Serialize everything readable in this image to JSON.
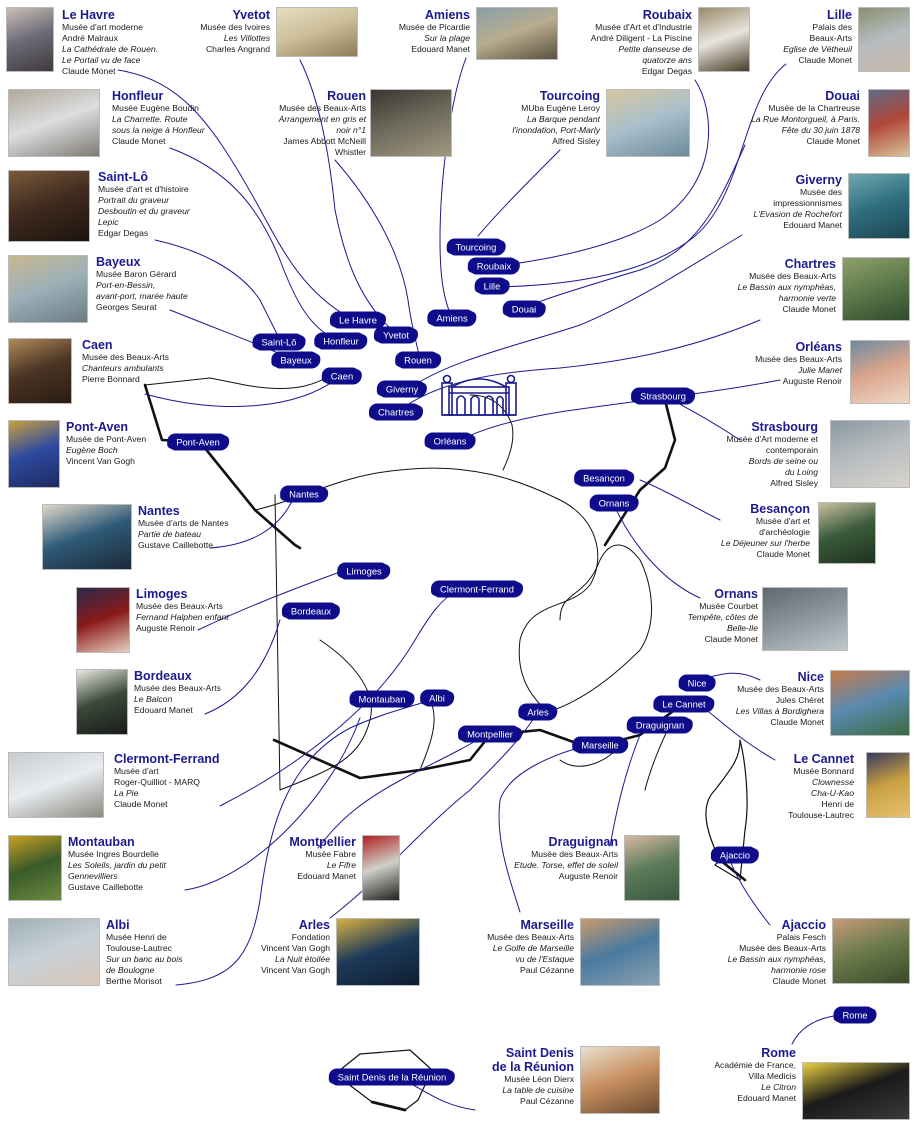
{
  "colors": {
    "accent": "#1c1a8e",
    "tag_bg": "#0f0c8c",
    "line": "#1c1a8e",
    "map": "#111111"
  },
  "entries": [
    {
      "id": "lehavre",
      "city": "Le Havre",
      "museum": "Musée d'art moderne\nAndré Malraux",
      "work": "La Cathédrale de Rouen.\nLe Portail vu de face",
      "artist": "Claude Monet",
      "thumb": [
        "#6d6a78",
        "#c9c0b4",
        "#3f3a3c"
      ]
    },
    {
      "id": "yvetot",
      "city": "Yvetot",
      "museum": "Musée des Ivoires",
      "work": "Les Villottes",
      "artist": "Charles Angrand",
      "thumb": [
        "#cdbf9a",
        "#e6dcc0",
        "#8c7c5a"
      ]
    },
    {
      "id": "amiens",
      "city": "Amiens",
      "museum": "Musée de Picardie",
      "work": "Sur la plage",
      "artist": "Edouard Manet",
      "thumb": [
        "#b8ac8e",
        "#8aa0a8",
        "#5b5140"
      ]
    },
    {
      "id": "roubaix",
      "city": "Roubaix",
      "museum": "Musée d'Art et d'Industrie\nAndré Diligent - La Piscine",
      "work": "Petite danseuse de\nquatorze ans",
      "artist": "Edgar Degas",
      "thumb": [
        "#e8e4de",
        "#9a8a6a",
        "#4a3b26"
      ]
    },
    {
      "id": "lille",
      "city": "Lille",
      "museum": "Palais des\nBeaux-Arts",
      "work": "Eglise de Vétheuil",
      "artist": "Claude Monet",
      "thumb": [
        "#b6bcc0",
        "#8a8f70",
        "#c9b8a8"
      ]
    },
    {
      "id": "honfleur",
      "city": "Honfleur",
      "museum": "Musée Eugène Boudin",
      "work": "La Charrette. Route\nsous la neige à Honfleur",
      "artist": "Claude Monet",
      "thumb": [
        "#dcdde0",
        "#b0a89a",
        "#7e7a72"
      ]
    },
    {
      "id": "rouen",
      "city": "Rouen",
      "museum": "Musée des Beaux-Arts",
      "work": "Arrangement en gris et\nnoir n°1",
      "artist": "James Abbott McNeill\nWhistler",
      "thumb": [
        "#6e6a5c",
        "#3a3630",
        "#a09880"
      ]
    },
    {
      "id": "tourcoing",
      "city": "Tourcoing",
      "museum": "MUba Eugène Leroy",
      "work": "La Barque pendant\nl'inondation, Port-Marly",
      "artist": "Alfred Sisley",
      "thumb": [
        "#a9c0cc",
        "#d7c6a0",
        "#6d8a9a"
      ]
    },
    {
      "id": "douai",
      "city": "Douai",
      "museum": "Musée de la Chartreuse",
      "work": "La Rue Montorgueil, à Paris.\nFête du 30 juin 1878",
      "artist": "Claude Monet",
      "thumb": [
        "#b0463a",
        "#5f6a86",
        "#d9c29a"
      ]
    },
    {
      "id": "saintlo",
      "city": "Saint-Lô",
      "museum": "Musée d'art et d'histoire",
      "work": "Portrait du graveur\nDesboutin et du graveur\nLepic",
      "artist": "Edgar Degas",
      "thumb": [
        "#3f2a1e",
        "#7a5a3c",
        "#1c140e"
      ]
    },
    {
      "id": "giverny",
      "city": "Giverny",
      "museum": "Musée des\nimpressionnismes",
      "work": "L'Evasion de Rochefort",
      "artist": "Edouard Manet",
      "thumb": [
        "#2f6f80",
        "#6fa8b0",
        "#1d4450"
      ]
    },
    {
      "id": "bayeux",
      "city": "Bayeux",
      "museum": "Musée Baron Gérard",
      "work": "Port-en-Bessin,\navant-port, marée haute",
      "artist": "Georges Seurat",
      "thumb": [
        "#9cb0b8",
        "#c8b890",
        "#6c7c84"
      ]
    },
    {
      "id": "chartres",
      "city": "Chartres",
      "museum": "Musée des Beaux-Arts",
      "work": "Le Bassin aux nymphéas,\nharmonie verte",
      "artist": "Claude Monet",
      "thumb": [
        "#5d7a4a",
        "#8fa06a",
        "#2f4a2e"
      ]
    },
    {
      "id": "caen",
      "city": "Caen",
      "museum": "Musée des Beaux-Arts",
      "work": "Chanteurs ambulants",
      "artist": "Pierre Bonnard",
      "thumb": [
        "#4a3424",
        "#b08a5a",
        "#2a1c12"
      ]
    },
    {
      "id": "orleans",
      "city": "Orléans",
      "museum": "Musée des Beaux-Arts",
      "work": "Julie Manet",
      "artist": "Auguste Renoir",
      "thumb": [
        "#d9a58c",
        "#6f8aa0",
        "#f0d8c8"
      ]
    },
    {
      "id": "pontaven",
      "city": "Pont-Aven",
      "museum": "Musée de Pont-Aven",
      "work": "Eugène Boch",
      "artist": "Vincent Van Gogh",
      "thumb": [
        "#2e4aa0",
        "#c9a040",
        "#1d2a60"
      ]
    },
    {
      "id": "strasbourg",
      "city": "Strasbourg",
      "museum": "Musée d'Art moderne et\ncontemporain",
      "work": "Bords de seine ou\ndu Loing",
      "artist": "Alfred Sisley",
      "thumb": [
        "#b8bcc0",
        "#8a9aa0",
        "#d8d4cc"
      ]
    },
    {
      "id": "nantes",
      "city": "Nantes",
      "museum": "Musée d'arts de Nantes",
      "work": "Partie de bateau",
      "artist": "Gustave Caillebotte",
      "thumb": [
        "#2f5a78",
        "#e0d8c8",
        "#1a2a38"
      ]
    },
    {
      "id": "besancon",
      "city": "Besançon",
      "museum": "Musée d'art et\nd'archéologie",
      "work": "Le Déjeuner sur l'herbe",
      "artist": "Claude Monet",
      "thumb": [
        "#3a5a3a",
        "#c8c0a0",
        "#1e3420"
      ]
    },
    {
      "id": "limoges",
      "city": "Limoges",
      "museum": "Musée des Beaux-Arts",
      "work": "Fernand Halphen enfant",
      "artist": "Auguste Renoir",
      "thumb": [
        "#8a1a1a",
        "#2a2a4a",
        "#e8d0c0"
      ]
    },
    {
      "id": "ornans",
      "city": "Ornans",
      "museum": "Musée Courbet",
      "work": "Tempête, côtes de\nBelle-Ile",
      "artist": "Claude Monet",
      "thumb": [
        "#8a949a",
        "#5e6a70",
        "#c0c8cc"
      ]
    },
    {
      "id": "bordeaux",
      "city": "Bordeaux",
      "museum": "Musée des Beaux-Arts",
      "work": "Le Balcon",
      "artist": "Edouard Manet",
      "thumb": [
        "#3a4a3a",
        "#e8e8e0",
        "#1a1a1a"
      ]
    },
    {
      "id": "nice",
      "city": "Nice",
      "museum": "Musée des Beaux-Arts\nJules Chéret",
      "work": "Les Villas à Bordighera",
      "artist": "Claude Monet",
      "thumb": [
        "#5a8ab0",
        "#c87a4a",
        "#3a6a40"
      ]
    },
    {
      "id": "clermont",
      "city": "Clermont-Ferrand",
      "museum": "Musée d'art\nRoger-Quilliot - MARQ",
      "work": "La Pie",
      "artist": "Claude Monet",
      "thumb": [
        "#e8ecf0",
        "#c8ccd0",
        "#8a8a80"
      ]
    },
    {
      "id": "lecannet",
      "city": "Le Cannet",
      "museum": "Musée Bonnard",
      "work": "Clownesse\nCha-U-Kao",
      "artist": "Henri de\nToulouse-Lautrec",
      "thumb": [
        "#c8a040",
        "#3a3a60",
        "#e8c070"
      ]
    },
    {
      "id": "montauban",
      "city": "Montauban",
      "museum": "Musée Ingres Bourdelle",
      "work": "Les Soleils, jardin du petit\nGennevilliers",
      "artist": "Gustave Caillebotte",
      "thumb": [
        "#3a5a2a",
        "#c8a020",
        "#6a8a40"
      ]
    },
    {
      "id": "montpellier",
      "city": "Montpellier",
      "museum": "Musée Fabre",
      "work": "Le Fifre",
      "artist": "Edouard Manet",
      "thumb": [
        "#d0d0c8",
        "#b02020",
        "#202020"
      ]
    },
    {
      "id": "draguignan",
      "city": "Draguignan",
      "museum": "Musée des Beaux-Arts",
      "work": "Etude. Torse, effet de soleil",
      "artist": "Auguste Renoir",
      "thumb": [
        "#5a7a5a",
        "#d8b8a0",
        "#3a5a40"
      ]
    },
    {
      "id": "ajaccio",
      "city": "Ajaccio",
      "museum": "Palais Fesch\nMusée des Beaux-Arts",
      "work": "Le Bassin aux nymphéas,\nharmonie rose",
      "artist": "Claude Monet",
      "thumb": [
        "#6a7a4a",
        "#c89a7a",
        "#3a4a2a"
      ]
    },
    {
      "id": "albi",
      "city": "Albi",
      "museum": "Musée Henri de\nToulouse-Lautrec",
      "work": "Sur un banc au bois\nde Boulogne",
      "artist": "Berthe Morisot",
      "thumb": [
        "#c8d0d8",
        "#a0b0b8",
        "#d8c8b8"
      ]
    },
    {
      "id": "arles",
      "city": "Arles",
      "museum": "Fondation\nVincent Van Gogh",
      "work": "La Nuit étoilée",
      "artist": "Vincent Van Gogh",
      "thumb": [
        "#1d3a5a",
        "#d8b040",
        "#0e1e30"
      ]
    },
    {
      "id": "marseille",
      "city": "Marseille",
      "museum": "Musée des Beaux-Arts",
      "work": "Le Golfe de Marseille\nvu de l'Estaque",
      "artist": "Paul Cézanne",
      "thumb": [
        "#4a7aa0",
        "#c89a6a",
        "#8aa0b0"
      ]
    },
    {
      "id": "saintdenis",
      "city": "Saint Denis\nde la Réunion",
      "museum": "Musée Léon Dierx",
      "work": "La table de cuisine",
      "artist": "Paul Cézanne",
      "thumb": [
        "#c89060",
        "#e8e0d0",
        "#6a4a30"
      ]
    },
    {
      "id": "rome",
      "city": "Rome",
      "museum": "Académie de France,\nVilla Medicis",
      "work": "Le Citron",
      "artist": "Edouard Manet",
      "thumb": [
        "#1a1a1a",
        "#e8d040",
        "#3a3a3a"
      ]
    }
  ],
  "tags": [
    {
      "id": "tourcoing",
      "label": "Tourcoing"
    },
    {
      "id": "roubaix",
      "label": "Roubaix"
    },
    {
      "id": "lille",
      "label": "Lille"
    },
    {
      "id": "douai",
      "label": "Douai"
    },
    {
      "id": "amiens",
      "label": "Amiens"
    },
    {
      "id": "lehavre",
      "label": "Le Havre"
    },
    {
      "id": "yvetot",
      "label": "Yvetot"
    },
    {
      "id": "saintlo",
      "label": "Saint-Lô"
    },
    {
      "id": "honfleur",
      "label": "Honfleur"
    },
    {
      "id": "bayeux",
      "label": "Bayeux"
    },
    {
      "id": "rouen",
      "label": "Rouen"
    },
    {
      "id": "caen",
      "label": "Caen"
    },
    {
      "id": "giverny",
      "label": "Giverny"
    },
    {
      "id": "chartres",
      "label": "Chartres"
    },
    {
      "id": "orleans",
      "label": "Orléans"
    },
    {
      "id": "strasbourg",
      "label": "Strasbourg"
    },
    {
      "id": "pontaven",
      "label": "Pont-Aven"
    },
    {
      "id": "nantes",
      "label": "Nantes"
    },
    {
      "id": "besancon",
      "label": "Besançon"
    },
    {
      "id": "ornans",
      "label": "Ornans"
    },
    {
      "id": "limoges",
      "label": "Limoges"
    },
    {
      "id": "clermont",
      "label": "Clermont-Ferrand"
    },
    {
      "id": "bordeaux",
      "label": "Bordeaux"
    },
    {
      "id": "montauban",
      "label": "Montauban"
    },
    {
      "id": "albi",
      "label": "Albi"
    },
    {
      "id": "arles",
      "label": "Arles"
    },
    {
      "id": "montpellier",
      "label": "Montpellier"
    },
    {
      "id": "marseille",
      "label": "Marseille"
    },
    {
      "id": "nice",
      "label": "Nice"
    },
    {
      "id": "lecannet",
      "label": "Le Cannet"
    },
    {
      "id": "draguignan",
      "label": "Draguignan"
    },
    {
      "id": "ajaccio",
      "label": "Ajaccio"
    },
    {
      "id": "saintdenis",
      "label": "Saint Denis de la Réunion"
    },
    {
      "id": "rome",
      "label": "Rome"
    }
  ]
}
